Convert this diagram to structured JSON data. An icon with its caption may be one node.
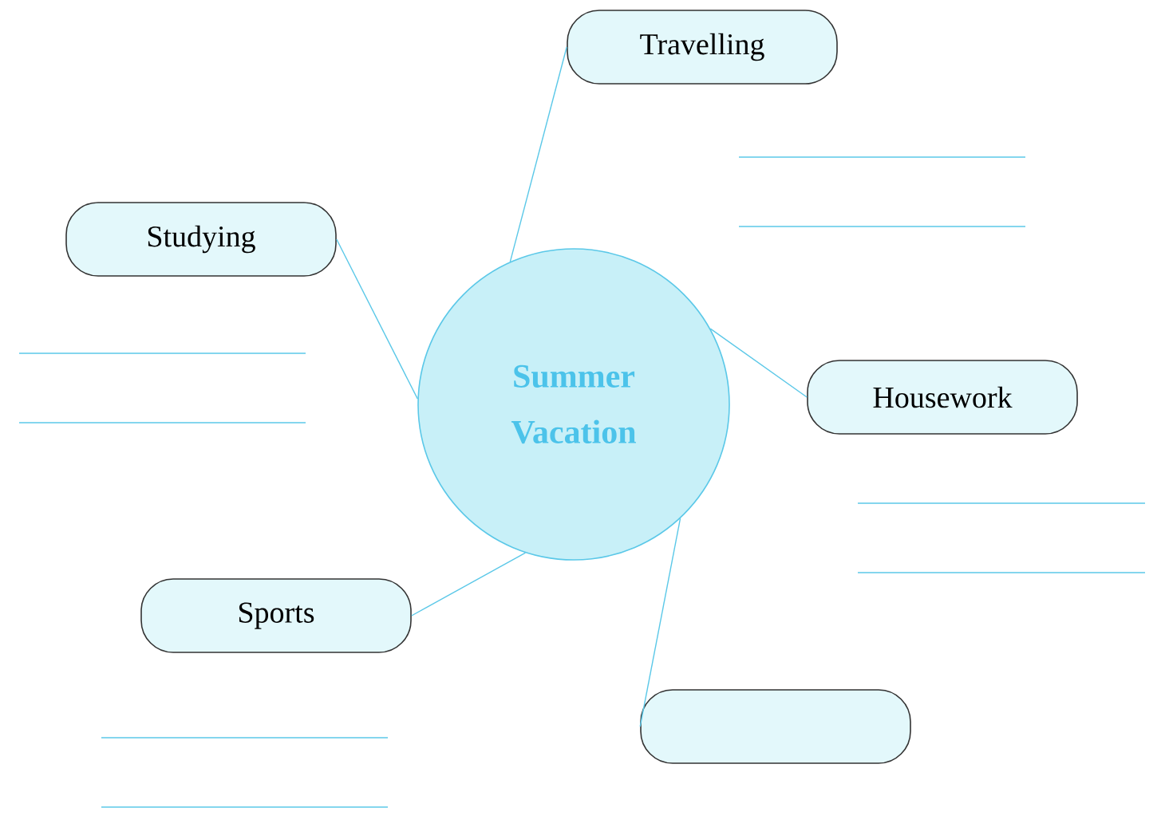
{
  "diagram": {
    "nodes": [
      {
        "text": [
          "Travelling"
        ]
      },
      {
        "text": [
          "Studying"
        ]
      },
      {
        "text": [
          "Summer Vacation"
        ]
      },
      {
        "text": [
          "Housework"
        ]
      },
      {
        "text": [
          "Sports"
        ]
      },
      {
        "text": [],
        "shape": "box"
      }
    ],
    "edges": [
      {
        "from": 2,
        "to": 0,
        "arrow": "none"
      },
      {
        "from": 2,
        "to": 1,
        "arrow": "none"
      },
      {
        "from": 2,
        "to": 3,
        "arrow": "none"
      },
      {
        "from": 2,
        "to": 4,
        "arrow": "none"
      },
      {
        "from": 2,
        "to": 5,
        "arrow": "none"
      }
    ]
  }
}
